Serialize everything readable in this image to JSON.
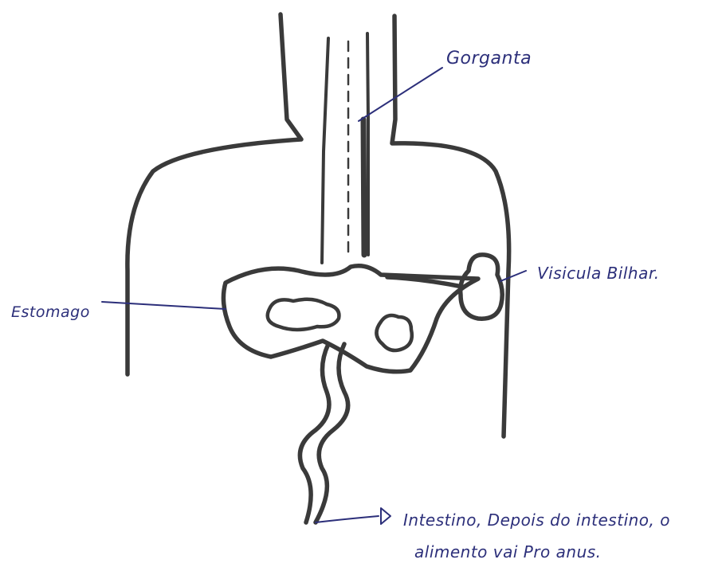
{
  "labels": {
    "throat": "Gorganta",
    "stomach": "Estomago",
    "gallbladder": "Visicula Bilhar.",
    "intestine_line1": "Intestino, Depois do intestino, o",
    "intestine_line2": "alimento vai Pro anus."
  },
  "colors": {
    "ink": "#2c2f7a",
    "pencil": "#3a3a3a"
  }
}
